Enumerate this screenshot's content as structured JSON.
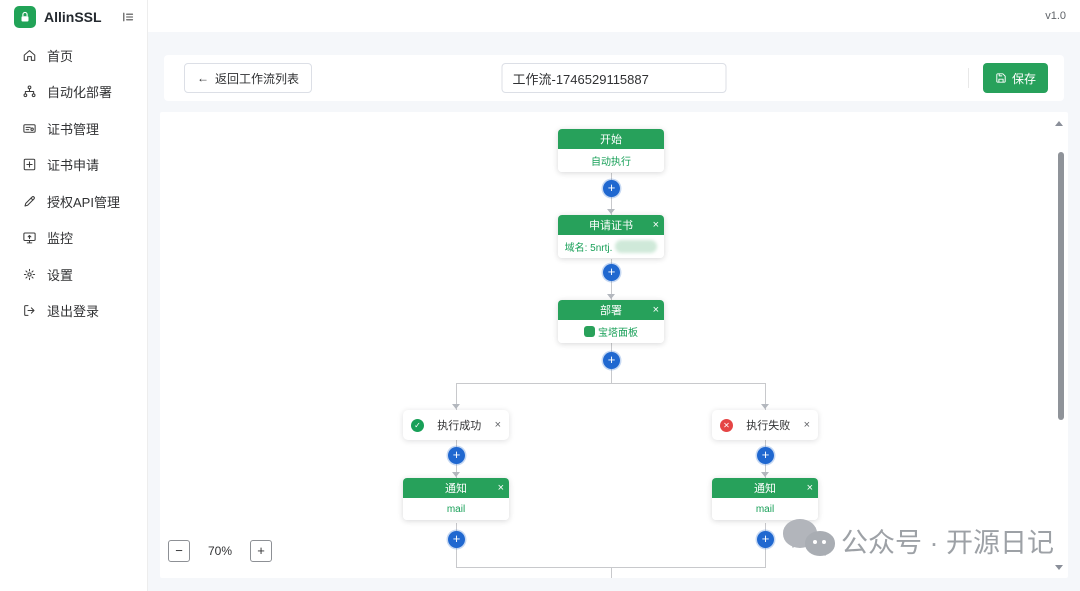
{
  "app": {
    "brand": "AllinSSL",
    "version": "v1.0"
  },
  "sidebar": {
    "items": [
      {
        "label": "首页",
        "icon": "home-icon"
      },
      {
        "label": "自动化部署",
        "icon": "deploy-flow-icon"
      },
      {
        "label": "证书管理",
        "icon": "certificate-icon"
      },
      {
        "label": "证书申请",
        "icon": "apply-cert-icon"
      },
      {
        "label": "授权API管理",
        "icon": "api-auth-icon"
      },
      {
        "label": "监控",
        "icon": "monitor-icon"
      },
      {
        "label": "设置",
        "icon": "settings-icon"
      },
      {
        "label": "退出登录",
        "icon": "logout-icon"
      }
    ]
  },
  "toolbar": {
    "back_label": "返回工作流列表",
    "workflow_name": "工作流-1746529115887",
    "save_label": "保存"
  },
  "workflow": {
    "start": {
      "title": "开始",
      "body": "自动执行"
    },
    "apply_cert": {
      "title": "申请证书",
      "body_label": "域名: 5nrtj."
    },
    "deploy": {
      "title": "部署",
      "body": "宝塔面板"
    },
    "on_success": {
      "label": "执行成功"
    },
    "on_fail": {
      "label": "执行失败"
    },
    "notify_success": {
      "title": "通知",
      "body": "mail"
    },
    "notify_fail": {
      "title": "通知",
      "body": "mail"
    }
  },
  "zoom_controls": {
    "level": "70%"
  },
  "icons": {
    "plus": "+",
    "close": "×",
    "check": "✓",
    "cross": "✕",
    "back_arrow": "←",
    "minus": "−",
    "zoom_plus": "+"
  },
  "watermark": {
    "text": "公众号 · 开源日记"
  },
  "colors": {
    "brand_green": "#21a357",
    "node_header_green": "#27a15b",
    "body_text_green": "#18a058",
    "connector_blue": "#2068d0",
    "error_red": "#e54545",
    "canvas_line": "#c8c9cc",
    "watermark_gray": "#9ca0a6",
    "background_gray": "#f5f7fa"
  }
}
